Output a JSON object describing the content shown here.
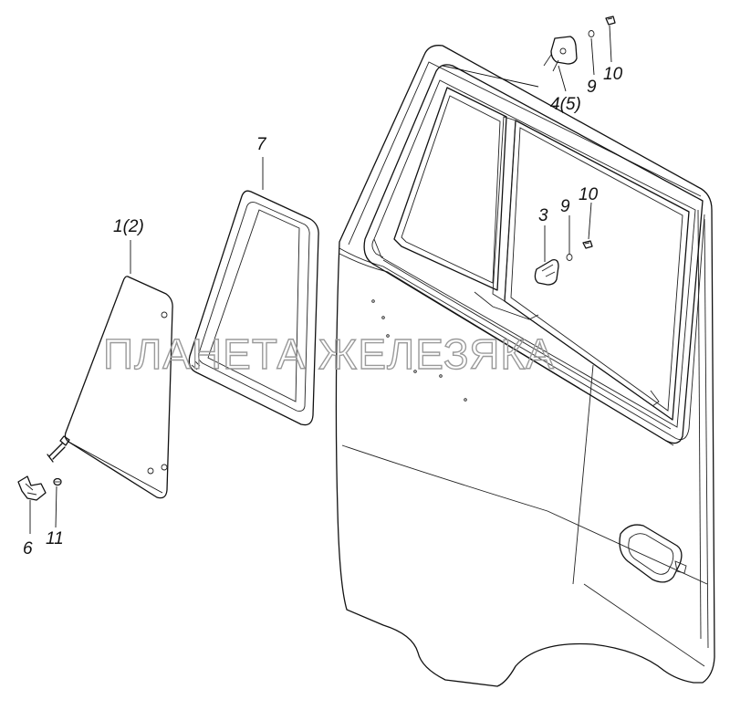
{
  "watermark": "ПЛАНЕТА ЖЕЛЕЗЯКА",
  "callouts": {
    "glass": "1(2)",
    "seal": "7",
    "latch_lower": "3",
    "latch_upper": "4(5)",
    "washer_lower": "9",
    "screw_lower": "10",
    "washer_upper": "9",
    "screw_upper": "10",
    "pivot": "6",
    "pivot_screw": "11"
  }
}
